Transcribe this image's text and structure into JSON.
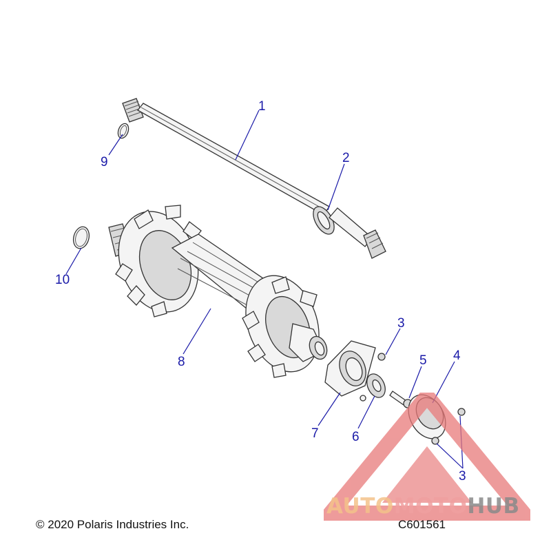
{
  "callouts": {
    "n1": "1",
    "n2": "2",
    "n3a": "3",
    "n4": "4",
    "n5": "5",
    "n6": "6",
    "n7": "7",
    "n8": "8",
    "n9": "9",
    "n10": "10",
    "n3b": "3"
  },
  "footer": {
    "copyright": "© 2020 Polaris Industries Inc.",
    "diagram_code": "C601561"
  },
  "watermark": {
    "part1": "AUTO",
    "part2": "MOTO",
    "part3": "HUB",
    "colors": {
      "auto": "#f4c28a",
      "moto": "#f0a0a0",
      "hub": "#8a8a8a",
      "triangle": "#e87a7a"
    }
  },
  "colors": {
    "callout": "#1a1aa8",
    "line_art": "#333333"
  }
}
